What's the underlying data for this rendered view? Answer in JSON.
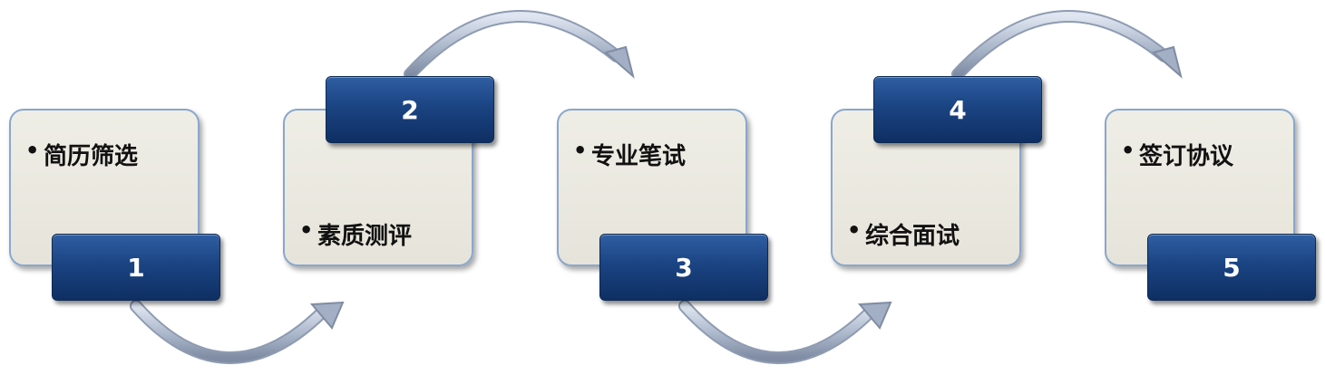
{
  "steps": [
    {
      "number": "1",
      "label": "简历筛选"
    },
    {
      "number": "2",
      "label": "素质测评"
    },
    {
      "number": "3",
      "label": "专业笔试"
    },
    {
      "number": "4",
      "label": "综合面试"
    },
    {
      "number": "5",
      "label": "签订协议"
    }
  ],
  "bullet": "•",
  "colors": {
    "card_fill": "#e9e7dd",
    "card_border": "#8aa7cc",
    "badge_dark": "#0e2f63",
    "badge_light": "#2f5ea3",
    "arrow": "#a9b6cc"
  }
}
